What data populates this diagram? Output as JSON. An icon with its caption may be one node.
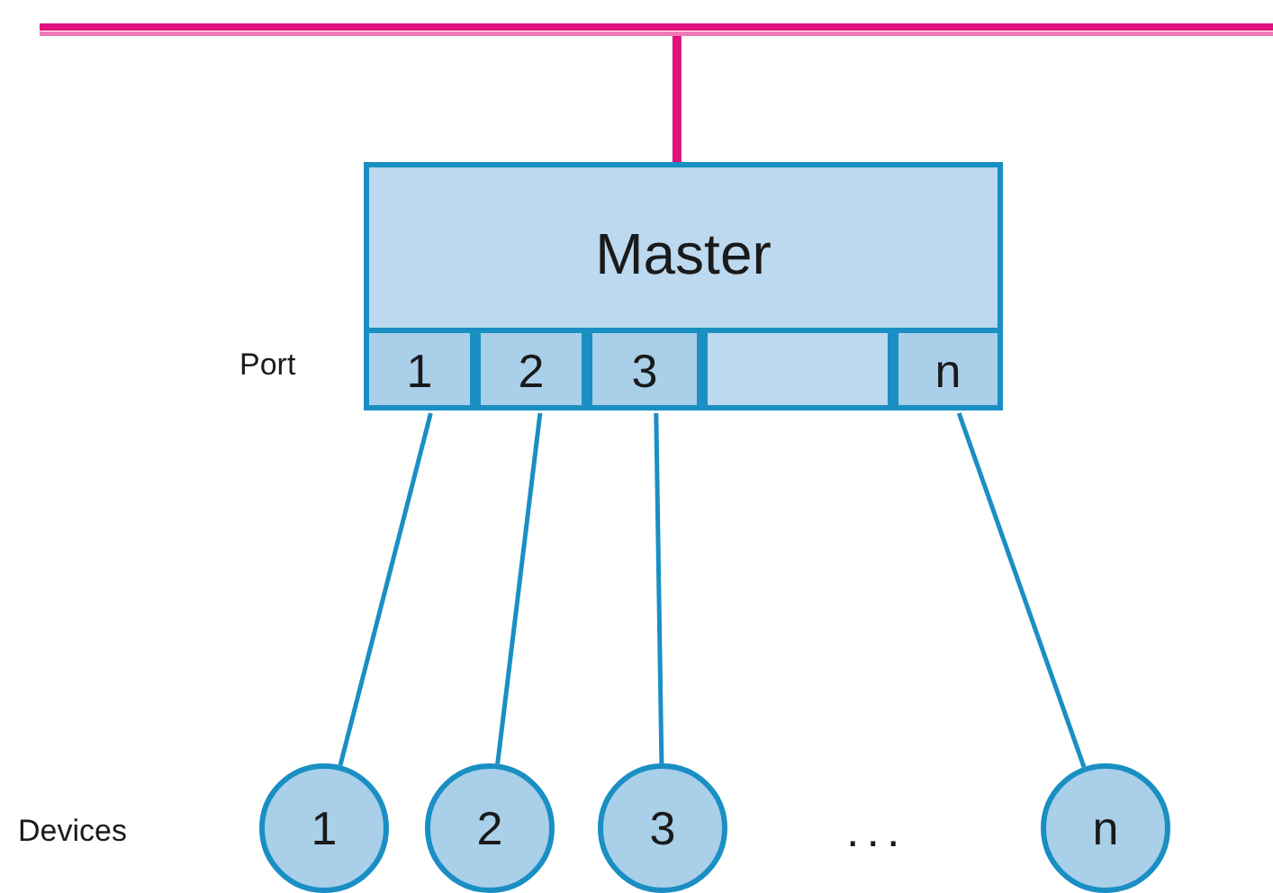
{
  "diagram": {
    "nodes": [
      {
        "text": [],
        "shape": "bar"
      },
      {
        "text": [
          "Master"
        ]
      },
      {
        "text": [
          "1"
        ],
        "in": 1
      },
      {
        "text": [
          "2"
        ],
        "in": 1
      },
      {
        "text": [
          "3"
        ],
        "in": 1
      },
      {
        "text": [],
        "shape": "box",
        "in": 1
      },
      {
        "text": [
          "n"
        ],
        "in": 1
      },
      {
        "text": [
          "1"
        ]
      },
      {
        "text": [
          "2"
        ]
      },
      {
        "text": [
          "3"
        ]
      },
      {
        "text": [
          "n"
        ]
      }
    ],
    "edges": [
      {
        "from": 0,
        "to": 1,
        "arrow": "none",
        "style": "thick",
        "color": "#e0127f"
      },
      {
        "from": 2,
        "to": 7,
        "arrow": "none"
      },
      {
        "from": 3,
        "to": 8,
        "arrow": "none"
      },
      {
        "from": 4,
        "to": 9,
        "arrow": "none"
      },
      {
        "from": 6,
        "to": 10,
        "arrow": "none"
      }
    ],
    "labels": [
      "Port",
      "Devices",
      "..."
    ]
  }
}
